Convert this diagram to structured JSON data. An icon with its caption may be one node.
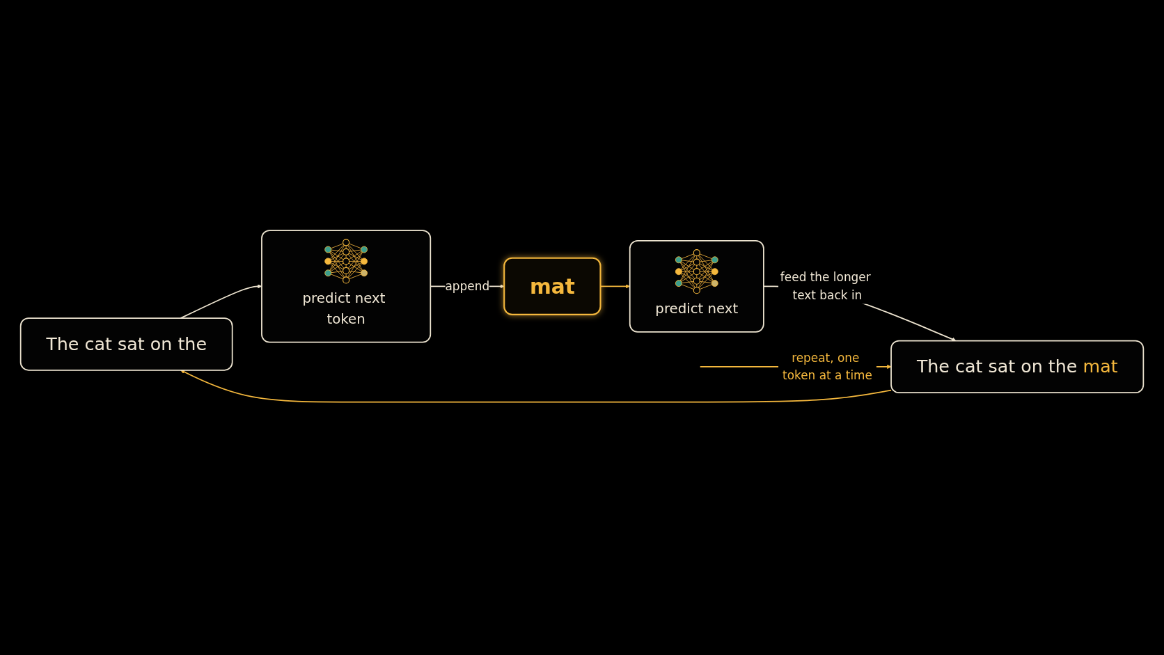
{
  "diagram": {
    "nodes": [
      {
        "text": [
          "The cat sat on the"
        ]
      },
      {
        "text": [
          "predict next token"
        ]
      },
      {
        "text": [
          "mat"
        ]
      },
      {
        "text": [
          "predict next"
        ]
      },
      {
        "text": [
          "The cat sat on the mat"
        ]
      }
    ],
    "edges": [
      {
        "from": 0,
        "to": 1,
        "arrow": "to"
      },
      {
        "from": 1,
        "to": 2,
        "arrow": "to",
        "label": "append"
      },
      {
        "from": 2,
        "to": 3,
        "arrow": "to",
        "color": "#f5b83d"
      },
      {
        "from": 3,
        "to": 4,
        "arrow": "to",
        "label": "feed the longer text back in"
      },
      {
        "from": 4,
        "to": 0,
        "arrow": "to",
        "color": "#f5b83d"
      },
      {
        "from": null,
        "to": 4,
        "arrow": "to",
        "label": "repeat, one token at a time",
        "color": "#f5b83d"
      }
    ]
  }
}
